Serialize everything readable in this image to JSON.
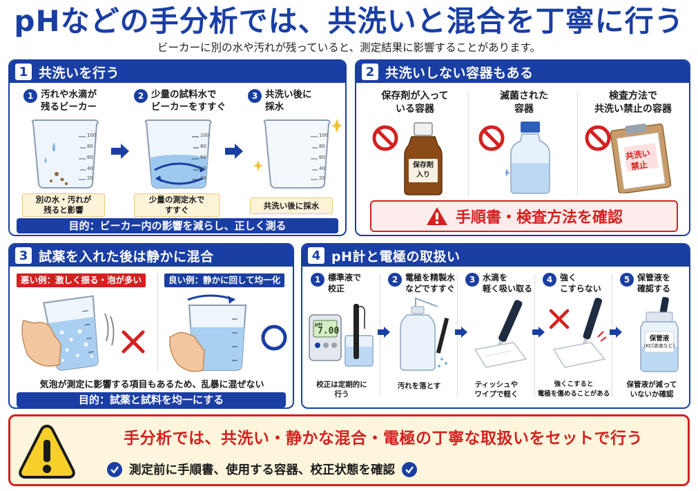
{
  "header": {
    "title": "pHなどの手分析では、共洗いと混合を丁寧に行う",
    "subtitle": "ビーカーに別の水や汚れが残っていると、測定結果に影響することがあります。"
  },
  "panel1": {
    "num": "1",
    "title": "共洗いを行う",
    "steps": [
      {
        "num": "1",
        "text": "汚れや水滴が\n残るビーカー",
        "caption": "別の水・汚れが\n残ると影響"
      },
      {
        "num": "2",
        "text": "少量の試料水で\nビーカーをすすぐ",
        "caption": "少量の測定水で\nすすぐ"
      },
      {
        "num": "3",
        "text": "共洗い後に\n採水",
        "caption": "共洗い後に採水"
      }
    ],
    "ticks": [
      "100",
      "80",
      "60",
      "40",
      "20"
    ],
    "purpose": "目的：ビーカー内の影響を減らし、正しく測る"
  },
  "panel2": {
    "num": "2",
    "title": "共洗いしない容器もある",
    "cols": [
      {
        "title": "保存剤が入って\nいる容器",
        "label": "保存剤\n入り"
      },
      {
        "title": "滅菌された\n容器"
      },
      {
        "title": "検査方法で\n共洗い禁止の容器",
        "label": "共洗い\n禁止"
      }
    ],
    "alert": "手順書・検査方法を確認"
  },
  "panel3": {
    "num": "3",
    "title": "試薬を入れた後は静かに混合",
    "bad_tag": "悪い例：激しく振る・泡が多い",
    "good_tag": "良い例：静かに回して均一化",
    "note": "気泡が測定に影響する項目もあるため、乱暴に混ぜない",
    "purpose": "目的：試薬と試料を均一にする"
  },
  "panel4": {
    "num": "4",
    "title": "pH計と電極の取扱い",
    "meter_value": "7.00",
    "meter_label": "pH",
    "steps": [
      {
        "num": "1",
        "text": "標準液で\n校正",
        "caption": "校正は定期的に\n行う"
      },
      {
        "num": "2",
        "text": "電極を精製水\nなどですすぐ",
        "caption": "汚れを落とす"
      },
      {
        "num": "3",
        "text": "水滴を\n軽く吸い取る",
        "caption": "ティッシュや\nワイプで軽く"
      },
      {
        "num": "4",
        "text": "強く\nこすらない",
        "caption": "強くこすると\n電極を傷めることがある"
      },
      {
        "num": "5",
        "text": "保管液を\n確認する",
        "caption": "保管液が減って\nいないか確認"
      }
    ],
    "bottle_label": "保管液",
    "bottle_sub": "(KCl溶液など)"
  },
  "summary": {
    "title": "手分析では、共洗い・静かな混合・電極の丁寧な取扱いをセットで行う",
    "sub": "測定前に手順書、使用する容器、校正状態を確認"
  },
  "colors": {
    "primary": "#1a3ea3",
    "alert": "#d42020",
    "water": "#9fc8ef",
    "caption_bg": "#fdf3d8"
  }
}
